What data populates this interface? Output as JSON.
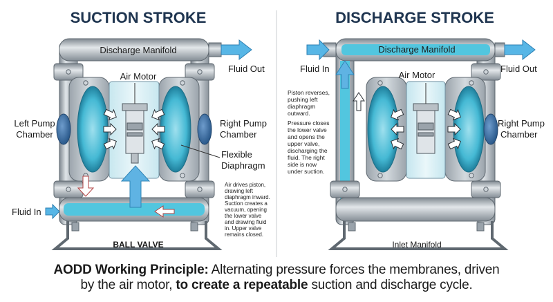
{
  "panels": {
    "left": {
      "title": "SUCTION STROKE",
      "labels": {
        "discharge_manifold": "Discharge Manifold",
        "fluid_out": "Fluid Out",
        "air_motor": "Air Motor",
        "left_chamber_1": "Left Pump",
        "left_chamber_2": "Chamber",
        "right_chamber_1": "Right Pump",
        "right_chamber_2": "Chamber",
        "flexible_1": "Flexible",
        "flexible_2": "Diaphragm",
        "fluid_in": "Fluid In",
        "ball_valve": "BALL VALVE"
      },
      "note": [
        "Air drives piston,",
        "drawing left",
        "diaphragm inward.",
        "Suction creates a",
        "vacuum, opening",
        "the lower valve",
        "and drawing fluid",
        "in. Upper valve",
        "remains closed."
      ]
    },
    "right": {
      "title": "DISCHARGE STROKE",
      "labels": {
        "discharge_manifold": "Discharge Manifold",
        "fluid_in": "Fluid In",
        "fluid_out": "Fluid Out",
        "air_motor": "Air Motor",
        "right_chamber_1": "Right Pump",
        "right_chamber_2": "Chamber",
        "inlet_manifold": "Inlet Manifold"
      },
      "note": [
        "Piston reverses,",
        "pushing left",
        "diaphragm",
        "outward.",
        "Pressure closes",
        "the lower valve",
        "and opens the",
        "upper valve,",
        "discharging the",
        "fluid. The right",
        "side is now",
        "under suction."
      ]
    }
  },
  "caption": {
    "bold_1": "AODD Working Principle:",
    "text_1": " Alternating pressure forces the membranes, driven",
    "text_2": "by the air motor, ",
    "bold_2": "to create a repeatable",
    "text_3": " suction and discharge cycle."
  },
  "colors": {
    "metal": "#a9b1b9",
    "metal_dark": "#5f6870",
    "fluid": "#4cc3dc",
    "fluid_arrow": "#4aa6d8",
    "blue_cap": "#3a6ea5",
    "glass": "#d6eef5"
  }
}
